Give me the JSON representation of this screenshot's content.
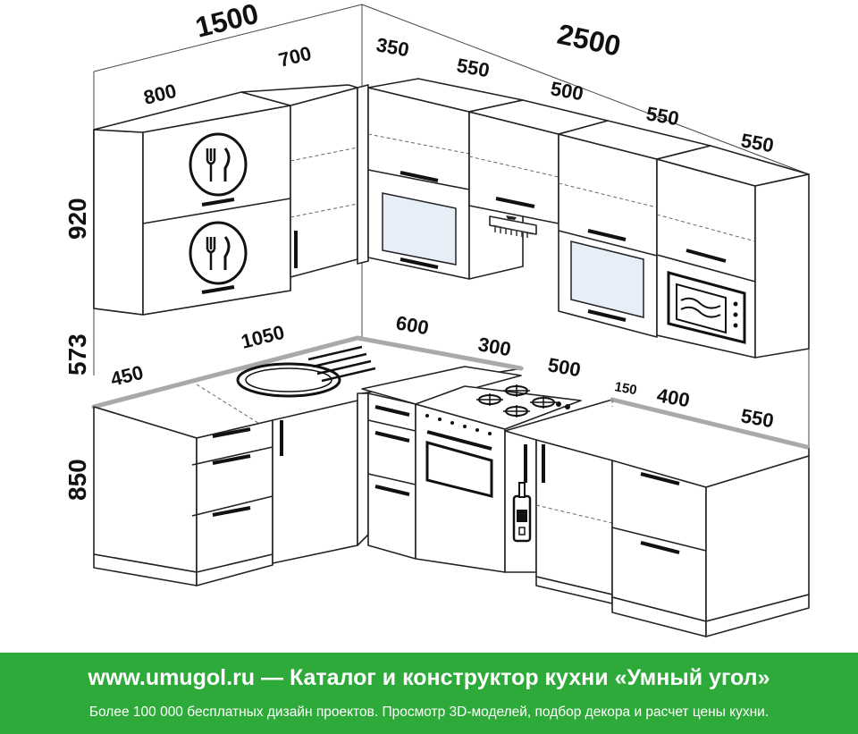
{
  "dimensions": {
    "left_wall_total": "1500",
    "upper_800": "800",
    "upper_700": "700",
    "right_wall_total": "2500",
    "right_350": "350",
    "right_550_a": "550",
    "right_500_a": "500",
    "right_550_b": "550",
    "right_550_c": "550",
    "height_upper": "920",
    "height_gap": "573",
    "height_base": "850",
    "base_450": "450",
    "base_1050": "1050",
    "base_600": "600",
    "base_300": "300",
    "base_500": "500",
    "base_150": "150",
    "base_400": "400",
    "base_550": "550"
  },
  "icons": [
    "cutlery-plate-icon",
    "range-hood-icon",
    "microwave-icon",
    "bottle-icon",
    "gas-hob-icon",
    "sink-icon"
  ],
  "colors": {
    "banner_green": "#2eaa3a",
    "countertop_edge": "#a9a9a9",
    "glass": "#e6eef8"
  },
  "banner": {
    "title": "www.umugol.ru — Каталог и конструктор кухни «Умный угол»",
    "subtitle": "Более 100 000 бесплатных дизайн проектов. Просмотр 3D-моделей, подбор декора и расчет цены кухни."
  }
}
